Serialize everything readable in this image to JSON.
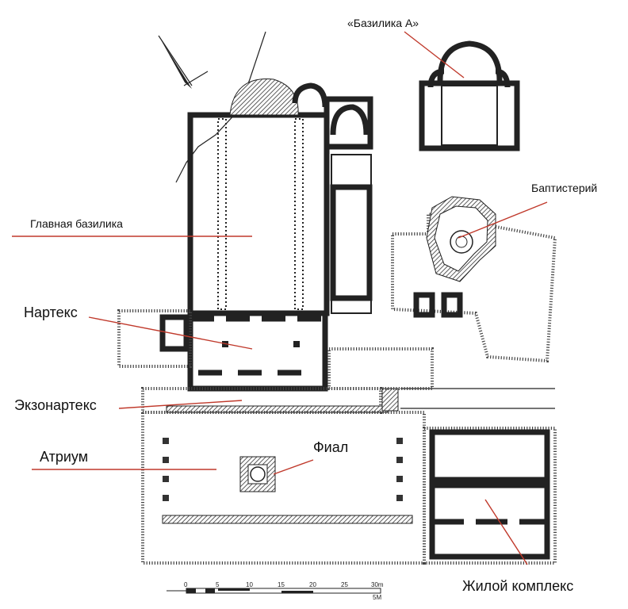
{
  "labels": {
    "basilica_a": "«Базилика А»",
    "baptistery": "Баптистерий",
    "main_basilica": "Главная базилика",
    "narthex": "Нартекс",
    "exonarthex": "Экзонартекс",
    "atrium": "Атриум",
    "phiale": "Фиал",
    "residential": "Жилой комплекс"
  },
  "scale": {
    "ticks": [
      "0",
      "5",
      "10",
      "15",
      "20",
      "25",
      "30m"
    ],
    "unit_note": "5M"
  },
  "colors": {
    "leader": "#c0392b",
    "wall": "#222222"
  }
}
